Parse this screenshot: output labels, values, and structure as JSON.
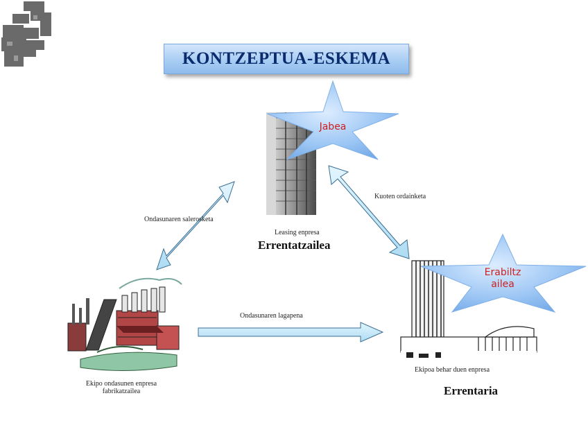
{
  "title": "KONTZEPTUA-ESKEMA",
  "lessor": {
    "star_label": "Jabea",
    "caption": "Leasing enpresa",
    "role": "Errentatzailea"
  },
  "lessee": {
    "star_label_line1": "Erabiltz",
    "star_label_line2": "ailea",
    "caption": "Ekipoa behar duen enpresa",
    "role": "Errentaria"
  },
  "manufacturer": {
    "caption_line1": "Ekipo ondasunen enpresa",
    "caption_line2": "fabrikatzailea"
  },
  "arrows": {
    "sale": "Ondasunaren salerosketa",
    "payments": "Kuoten ordainketa",
    "delivery": "Ondasunaren lagapena"
  },
  "colors": {
    "title_text": "#0a2b6e",
    "star_label": "#cc1f1f",
    "arrow_fill": "#bfe3f7",
    "star_fill": "#9cc6f4"
  }
}
